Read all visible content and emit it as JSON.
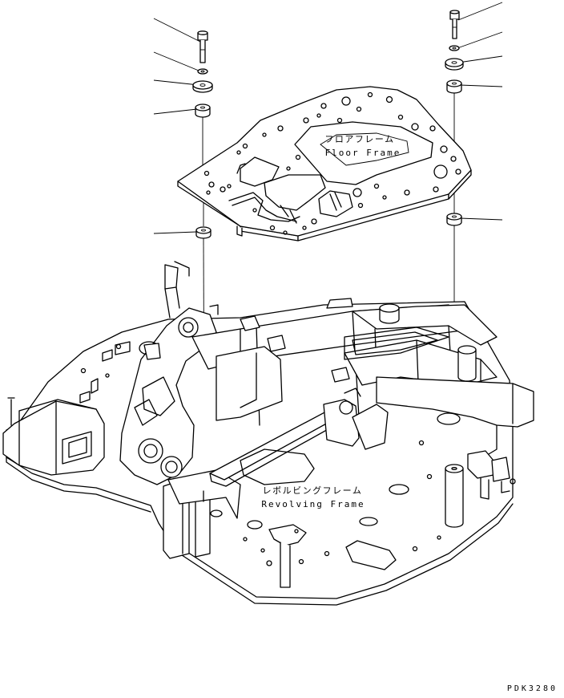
{
  "labels": {
    "floor_frame_jp": "フロアフレーム",
    "floor_frame_en": "Floor Frame",
    "revolving_frame_jp": "レボルビングフレーム",
    "revolving_frame_en": "Revolving Frame"
  },
  "drawing_code": "PDK3280"
}
